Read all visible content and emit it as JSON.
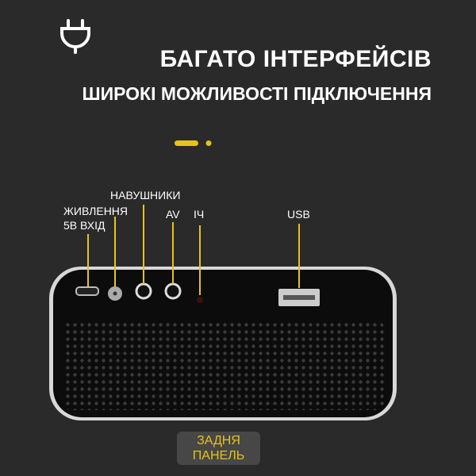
{
  "header": {
    "title": "БАГАТО ІНТЕРФЕЙСІВ",
    "subtitle": "ШИРОКІ МОЖЛИВОСТІ ПІДКЛЮЧЕННЯ",
    "icon": "plug-icon"
  },
  "ports": {
    "power_line1": "ЖИВЛЕННЯ",
    "power_line2": "5В ВХІД",
    "headphones": "НАВУШНИКИ",
    "av": "AV",
    "ir": "ІЧ",
    "usb": "USB"
  },
  "badge": {
    "line1": "ЗАДНЯ",
    "line2": "ПАНЕЛЬ"
  },
  "colors": {
    "accent": "#e8c21a",
    "background": "#2a2a2a"
  }
}
